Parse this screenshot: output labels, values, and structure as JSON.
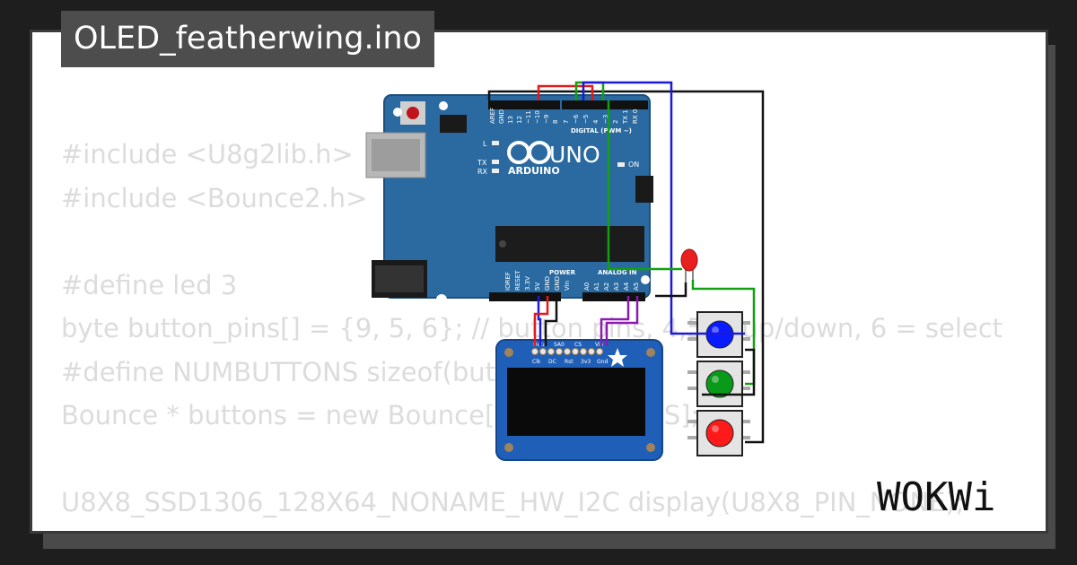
{
  "title": "OLED_featherwing.ino",
  "code_lines": [
    "#include <U8g2lib.h>",
    "#include <Bounce2.h>",
    "",
    "#define led 3",
    "byte button_pins[] = {9, 5, 6}; // button pins, 4,5 = up/down, 6 = select",
    "#define NUMBUTTONS sizeof(button_pins)",
    "Bounce * buttons = new Bounce[NUMBUTTONS];",
    "",
    "U8X8_SSD1306_128X64_NONAME_HW_I2C display(U8X8_PIN_NONE);"
  ],
  "board": {
    "brand": "ARDUINO",
    "model": "UNO",
    "digital_label": "DIGITAL (PWM ~)",
    "power_label": "POWER",
    "analog_label": "ANALOG IN",
    "on_label": "ON",
    "l_label": "L",
    "tx_label": "TX",
    "rx_label": "RX",
    "top_pins": [
      "AREF",
      "GND",
      "13",
      "12",
      "~11",
      "~10",
      "~9",
      "8",
      "7",
      "~6",
      "~5",
      "4",
      "~3",
      "2",
      "TX 1",
      "RX 0"
    ],
    "power_pins": [
      "IOREF",
      "RESET",
      "3.3V",
      "5V",
      "GND",
      "GND",
      "Vin"
    ],
    "analog_pins": [
      "A0",
      "A1",
      "A2",
      "A3",
      "A4",
      "A5"
    ]
  },
  "oled": {
    "top_labels": [
      "Data",
      "SA0",
      "CS",
      "Vin"
    ],
    "bottom_labels": [
      "Clk",
      "DC",
      "Rst",
      "3v3",
      "Gnd"
    ]
  },
  "buttons": [
    {
      "color": "#0a1cff"
    },
    {
      "color": "#0a9a1a"
    },
    {
      "color": "#ff1a1a"
    }
  ],
  "led_color": "#e82020",
  "wire_colors": {
    "red": "#e21a1a",
    "green": "#12a012",
    "blue": "#1a1ad8",
    "black": "#111111",
    "purple": "#8a1ab0"
  },
  "logo_text": "WOKWi"
}
